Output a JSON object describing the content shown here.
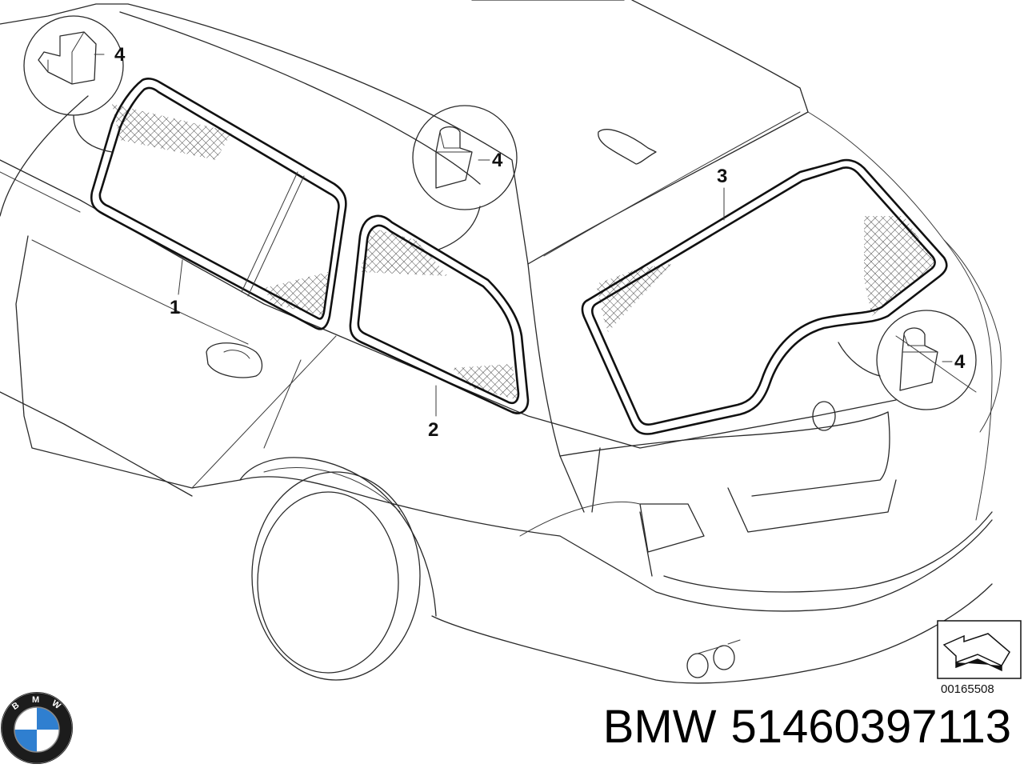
{
  "callouts": {
    "window_seal_1": "1",
    "window_seal_2": "2",
    "window_seal_3": "3",
    "clip_top_left": "4",
    "clip_top_center": "4",
    "clip_rear": "4"
  },
  "document_number": "00165508",
  "caption": {
    "brand": "BMW",
    "part_number": "51460397113"
  },
  "logo": {
    "lettering": "BMW",
    "colors": {
      "blue": "#2f7fd0",
      "white": "#ffffff",
      "ring": "#111111"
    }
  }
}
